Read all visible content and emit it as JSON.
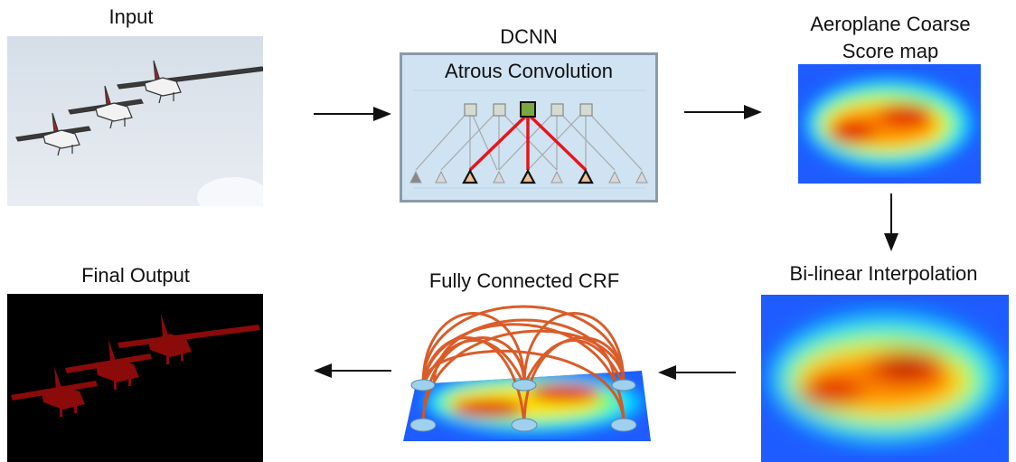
{
  "labels": {
    "input": "Input",
    "dcnn": "DCNN",
    "atrous": "Atrous Convolution",
    "coarse_line1": "Aeroplane Coarse",
    "coarse_line2": "Score map",
    "bilinear": "Bi-linear Interpolation",
    "crf": "Fully Connected CRF",
    "final": "Final Output"
  },
  "colors": {
    "sky": "#dfe6ee",
    "dcnn_bg": "#cfe3f2",
    "dcnn_border": "#8a9aa8",
    "red_link": "#e8141c",
    "orange_arc": "#d9541e",
    "plane_mask": "#8b0a0a",
    "heat_low": "#1e5cff",
    "heat_high": "#c80000"
  },
  "icons": [
    "arrow-right-icon",
    "arrow-down-icon",
    "arrow-left-icon"
  ]
}
